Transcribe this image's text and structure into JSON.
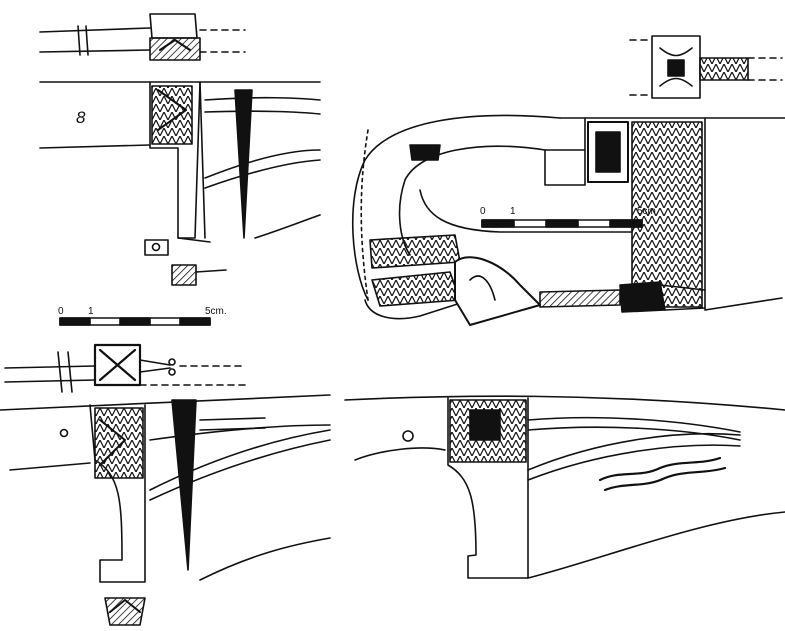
{
  "figure": {
    "drawing_a": {
      "label": "8"
    },
    "scale_bar_a": {
      "tick_start": "0",
      "tick_one": "1",
      "tick_end": "5cm."
    },
    "scale_bar_b": {
      "tick_start": "0",
      "tick_one": "1",
      "tick_end": "5cm."
    }
  },
  "colors": {
    "ink": "#111111",
    "paper": "#ffffff"
  }
}
